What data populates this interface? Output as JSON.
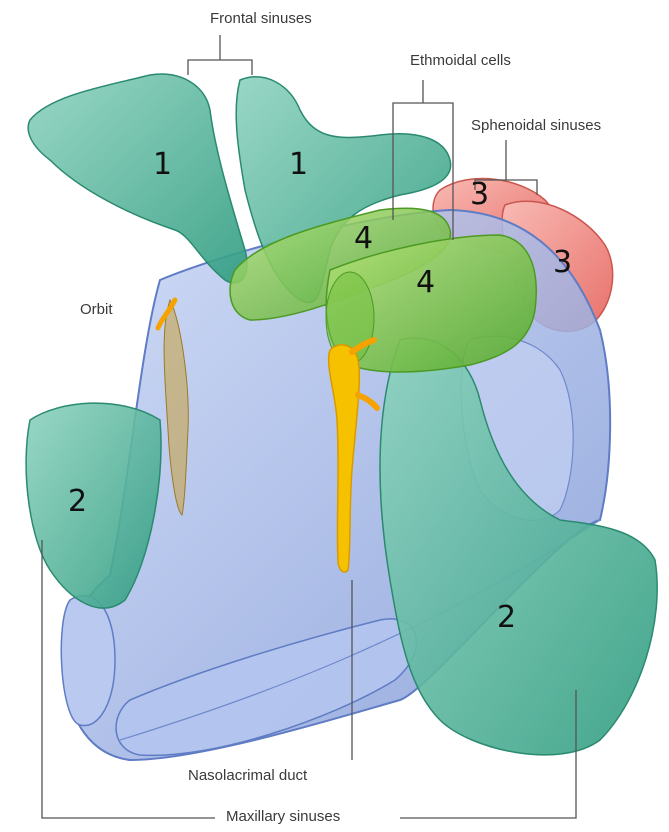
{
  "labels": {
    "frontal": "Frontal sinuses",
    "ethmoidal": "Ethmoidal cells",
    "sphenoidal": "Sphenoidal sinuses",
    "orbit": "Orbit",
    "nasolacrimal": "Nasolacrimal duct",
    "maxillary": "Maxillary sinuses"
  },
  "numbers": {
    "frontal_left": "1",
    "frontal_right": "1",
    "maxillary_left": "2",
    "maxillary_right": "2",
    "sphenoidal_upper": "3",
    "sphenoidal_lower": "3",
    "ethmoidal_upper": "4",
    "ethmoidal_lower": "4"
  },
  "colors": {
    "frontal_maxillary": "#4fb59a",
    "ethmoidal": "#7cc843",
    "sphenoidal": "#f08a86",
    "nasal_cavity": "#9fb4e6",
    "nasolacrimal_duct": "#f6c200",
    "orbit": "#c9a13c"
  }
}
